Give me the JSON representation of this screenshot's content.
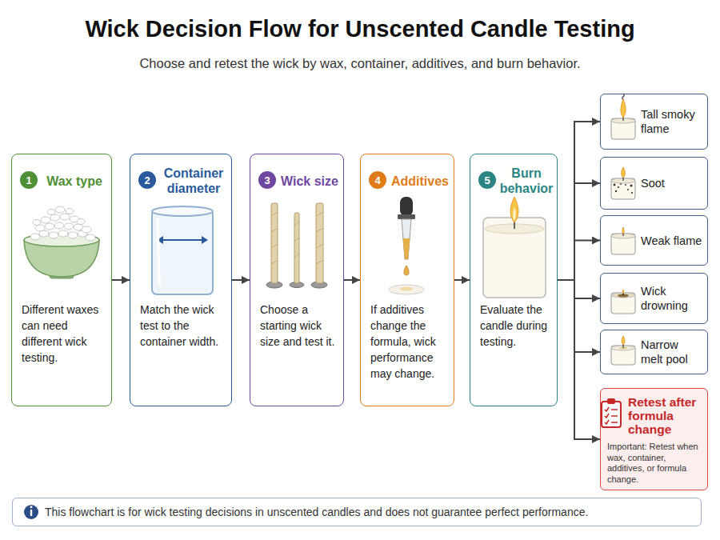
{
  "diagram": {
    "title": "Wick Decision Flow for Unscented Candle Testing",
    "caption": "Choose and retest the wick by wax, container, additives, and burn behavior.",
    "nodes": [
      {
        "text": [
          "Wax type",
          "Different waxes can need different wick testing."
        ]
      },
      {
        "text": [
          "1"
        ],
        "in": 0
      },
      {
        "text": [
          "Container diameter",
          "Match the wick test to the container width."
        ]
      },
      {
        "text": [
          "2"
        ],
        "in": 2
      },
      {
        "text": [
          "Wick size",
          "Choose a starting wick size and test it."
        ]
      },
      {
        "text": [
          "3"
        ],
        "in": 4
      },
      {
        "text": [
          "Additives",
          "If additives change the formula, wick performance may change."
        ]
      },
      {
        "text": [
          "4"
        ],
        "in": 6
      },
      {
        "text": [
          "Burn behavior",
          "Evaluate the candle during testing."
        ]
      },
      {
        "text": [
          "5"
        ],
        "in": 8
      },
      {
        "text": [
          "Tall smoky flame"
        ]
      },
      {
        "text": [
          "Soot"
        ]
      },
      {
        "text": [
          "Weak flame"
        ]
      },
      {
        "text": [
          "Wick drowning"
        ]
      },
      {
        "text": [
          "Narrow melt pool"
        ]
      },
      {
        "text": [
          "Retest after formula change",
          "Important: Retest when wax, container, additives, or formula change."
        ]
      },
      {
        "text": [
          "This flowchart is for wick testing decisions in unscented candles and does not guarantee perfect performance."
        ]
      }
    ],
    "edges": [
      {
        "from": 0,
        "to": 2,
        "arrow": "to"
      },
      {
        "from": 2,
        "to": 4,
        "arrow": "to"
      },
      {
        "from": 4,
        "to": 6,
        "arrow": "to"
      },
      {
        "from": 6,
        "to": 8,
        "arrow": "to"
      },
      {
        "from": 8,
        "to": 10,
        "arrow": "to"
      },
      {
        "from": 8,
        "to": 11,
        "arrow": "to"
      },
      {
        "from": 8,
        "to": 12,
        "arrow": "to"
      },
      {
        "from": 8,
        "to": 13,
        "arrow": "to"
      },
      {
        "from": 8,
        "to": 14,
        "arrow": "to"
      },
      {
        "from": 8,
        "to": 15,
        "arrow": "to"
      }
    ]
  }
}
